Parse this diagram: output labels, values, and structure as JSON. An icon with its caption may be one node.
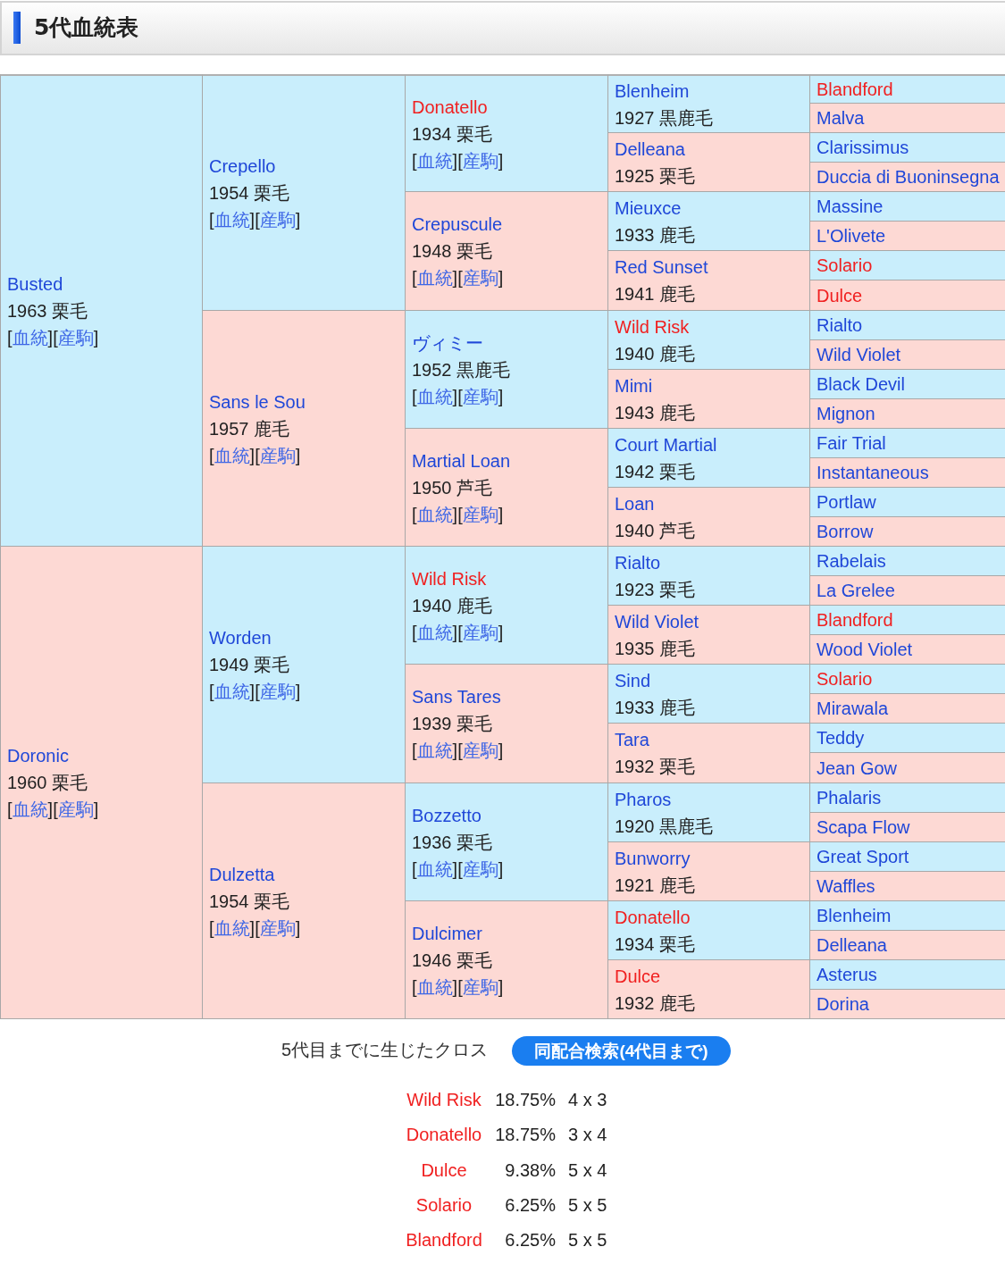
{
  "diagram": {
    "title": "5代血統表",
    "nodes": [
      {
        "text": [
          "Busted",
          "1963 栗毛",
          "[血統][産駒]"
        ]
      },
      {
        "text": [
          "Crepello",
          "1954 栗毛",
          "[血統][産駒]"
        ]
      },
      {
        "text": [
          "Donatello",
          "1934 栗毛",
          "[血統][産駒]"
        ]
      },
      {
        "text": [
          "Blenheim",
          "1927 黒鹿毛"
        ]
      },
      {
        "text": [
          "Blandford"
        ]
      },
      {
        "text": [
          "Malva"
        ]
      },
      {
        "text": [
          "Delleana",
          "1925 栗毛"
        ]
      },
      {
        "text": [
          "Clarissimus"
        ]
      },
      {
        "text": [
          "Duccia di Buoninsegna"
        ]
      },
      {
        "text": [
          "Crepuscule",
          "1948 栗毛",
          "[血統][産駒]"
        ]
      },
      {
        "text": [
          "Mieuxce",
          "1933 鹿毛"
        ]
      },
      {
        "text": [
          "Massine"
        ]
      },
      {
        "text": [
          "L'Olivete"
        ]
      },
      {
        "text": [
          "Red Sunset",
          "1941 鹿毛"
        ]
      },
      {
        "text": [
          "Solario"
        ]
      },
      {
        "text": [
          "Dulce"
        ]
      },
      {
        "text": [
          "Sans le Sou",
          "1957 鹿毛",
          "[血統][産駒]"
        ]
      },
      {
        "text": [
          "ヴィミー",
          "1952 黒鹿毛",
          "[血統][産駒]"
        ]
      },
      {
        "text": [
          "Wild Risk",
          "1940 鹿毛"
        ]
      },
      {
        "text": [
          "Rialto"
        ]
      },
      {
        "text": [
          "Wild Violet"
        ]
      },
      {
        "text": [
          "Mimi",
          "1943 鹿毛"
        ]
      },
      {
        "text": [
          "Black Devil"
        ]
      },
      {
        "text": [
          "Mignon"
        ]
      },
      {
        "text": [
          "Martial Loan",
          "1950 芦毛",
          "[血統][産駒]"
        ]
      },
      {
        "text": [
          "Court Martial",
          "1942 栗毛"
        ]
      },
      {
        "text": [
          "Fair Trial"
        ]
      },
      {
        "text": [
          "Instantaneous"
        ]
      },
      {
        "text": [
          "Loan",
          "1940 芦毛"
        ]
      },
      {
        "text": [
          "Portlaw"
        ]
      },
      {
        "text": [
          "Borrow"
        ]
      },
      {
        "text": [
          "Doronic",
          "1960 栗毛",
          "[血統][産駒]"
        ]
      },
      {
        "text": [
          "Worden",
          "1949 栗毛",
          "[血統][産駒]"
        ]
      },
      {
        "text": [
          "Wild Risk",
          "1940 鹿毛",
          "[血統][産駒]"
        ]
      },
      {
        "text": [
          "Rialto",
          "1923 栗毛"
        ]
      },
      {
        "text": [
          "Rabelais"
        ]
      },
      {
        "text": [
          "La Grelee"
        ]
      },
      {
        "text": [
          "Wild Violet",
          "1935 鹿毛"
        ]
      },
      {
        "text": [
          "Blandford"
        ]
      },
      {
        "text": [
          "Wood Violet"
        ]
      },
      {
        "text": [
          "Sans Tares",
          "1939 栗毛",
          "[血統][産駒]"
        ]
      },
      {
        "text": [
          "Sind",
          "1933 鹿毛"
        ]
      },
      {
        "text": [
          "Solario"
        ]
      },
      {
        "text": [
          "Mirawala"
        ]
      },
      {
        "text": [
          "Tara",
          "1932 栗毛"
        ]
      },
      {
        "text": [
          "Teddy"
        ]
      },
      {
        "text": [
          "Jean Gow"
        ]
      },
      {
        "text": [
          "Dulzetta",
          "1954 栗毛",
          "[血統][産駒]"
        ]
      },
      {
        "text": [
          "Bozzetto",
          "1936 栗毛",
          "[血統][産駒]"
        ]
      },
      {
        "text": [
          "Pharos",
          "1920 黒鹿毛"
        ]
      },
      {
        "text": [
          "Phalaris"
        ]
      },
      {
        "text": [
          "Scapa Flow"
        ]
      },
      {
        "text": [
          "Bunworry",
          "1921 鹿毛"
        ]
      },
      {
        "text": [
          "Great Sport"
        ]
      },
      {
        "text": [
          "Waffles"
        ]
      },
      {
        "text": [
          "Dulcimer",
          "1946 栗毛",
          "[血統][産駒]"
        ]
      },
      {
        "text": [
          "Donatello",
          "1934 栗毛"
        ]
      },
      {
        "text": [
          "Blenheim"
        ]
      },
      {
        "text": [
          "Delleana"
        ]
      },
      {
        "text": [
          "Dulce",
          "1932 鹿毛"
        ]
      },
      {
        "text": [
          "Asterus"
        ]
      },
      {
        "text": [
          "Dorina"
        ]
      },
      {
        "text": [
          "同配合検索(4代目まで)"
        ]
      }
    ],
    "labels": [
      "5代目までに生じたクロス",
      "Wild Risk",
      "18.75%",
      "4 x 3",
      "Donatello",
      "18.75%",
      "3 x 4",
      "Dulce",
      "9.38%",
      "5 x 4",
      "Solario",
      "6.25%",
      "5 x 5",
      "Blandford",
      "6.25%",
      "5 x 5"
    ]
  }
}
